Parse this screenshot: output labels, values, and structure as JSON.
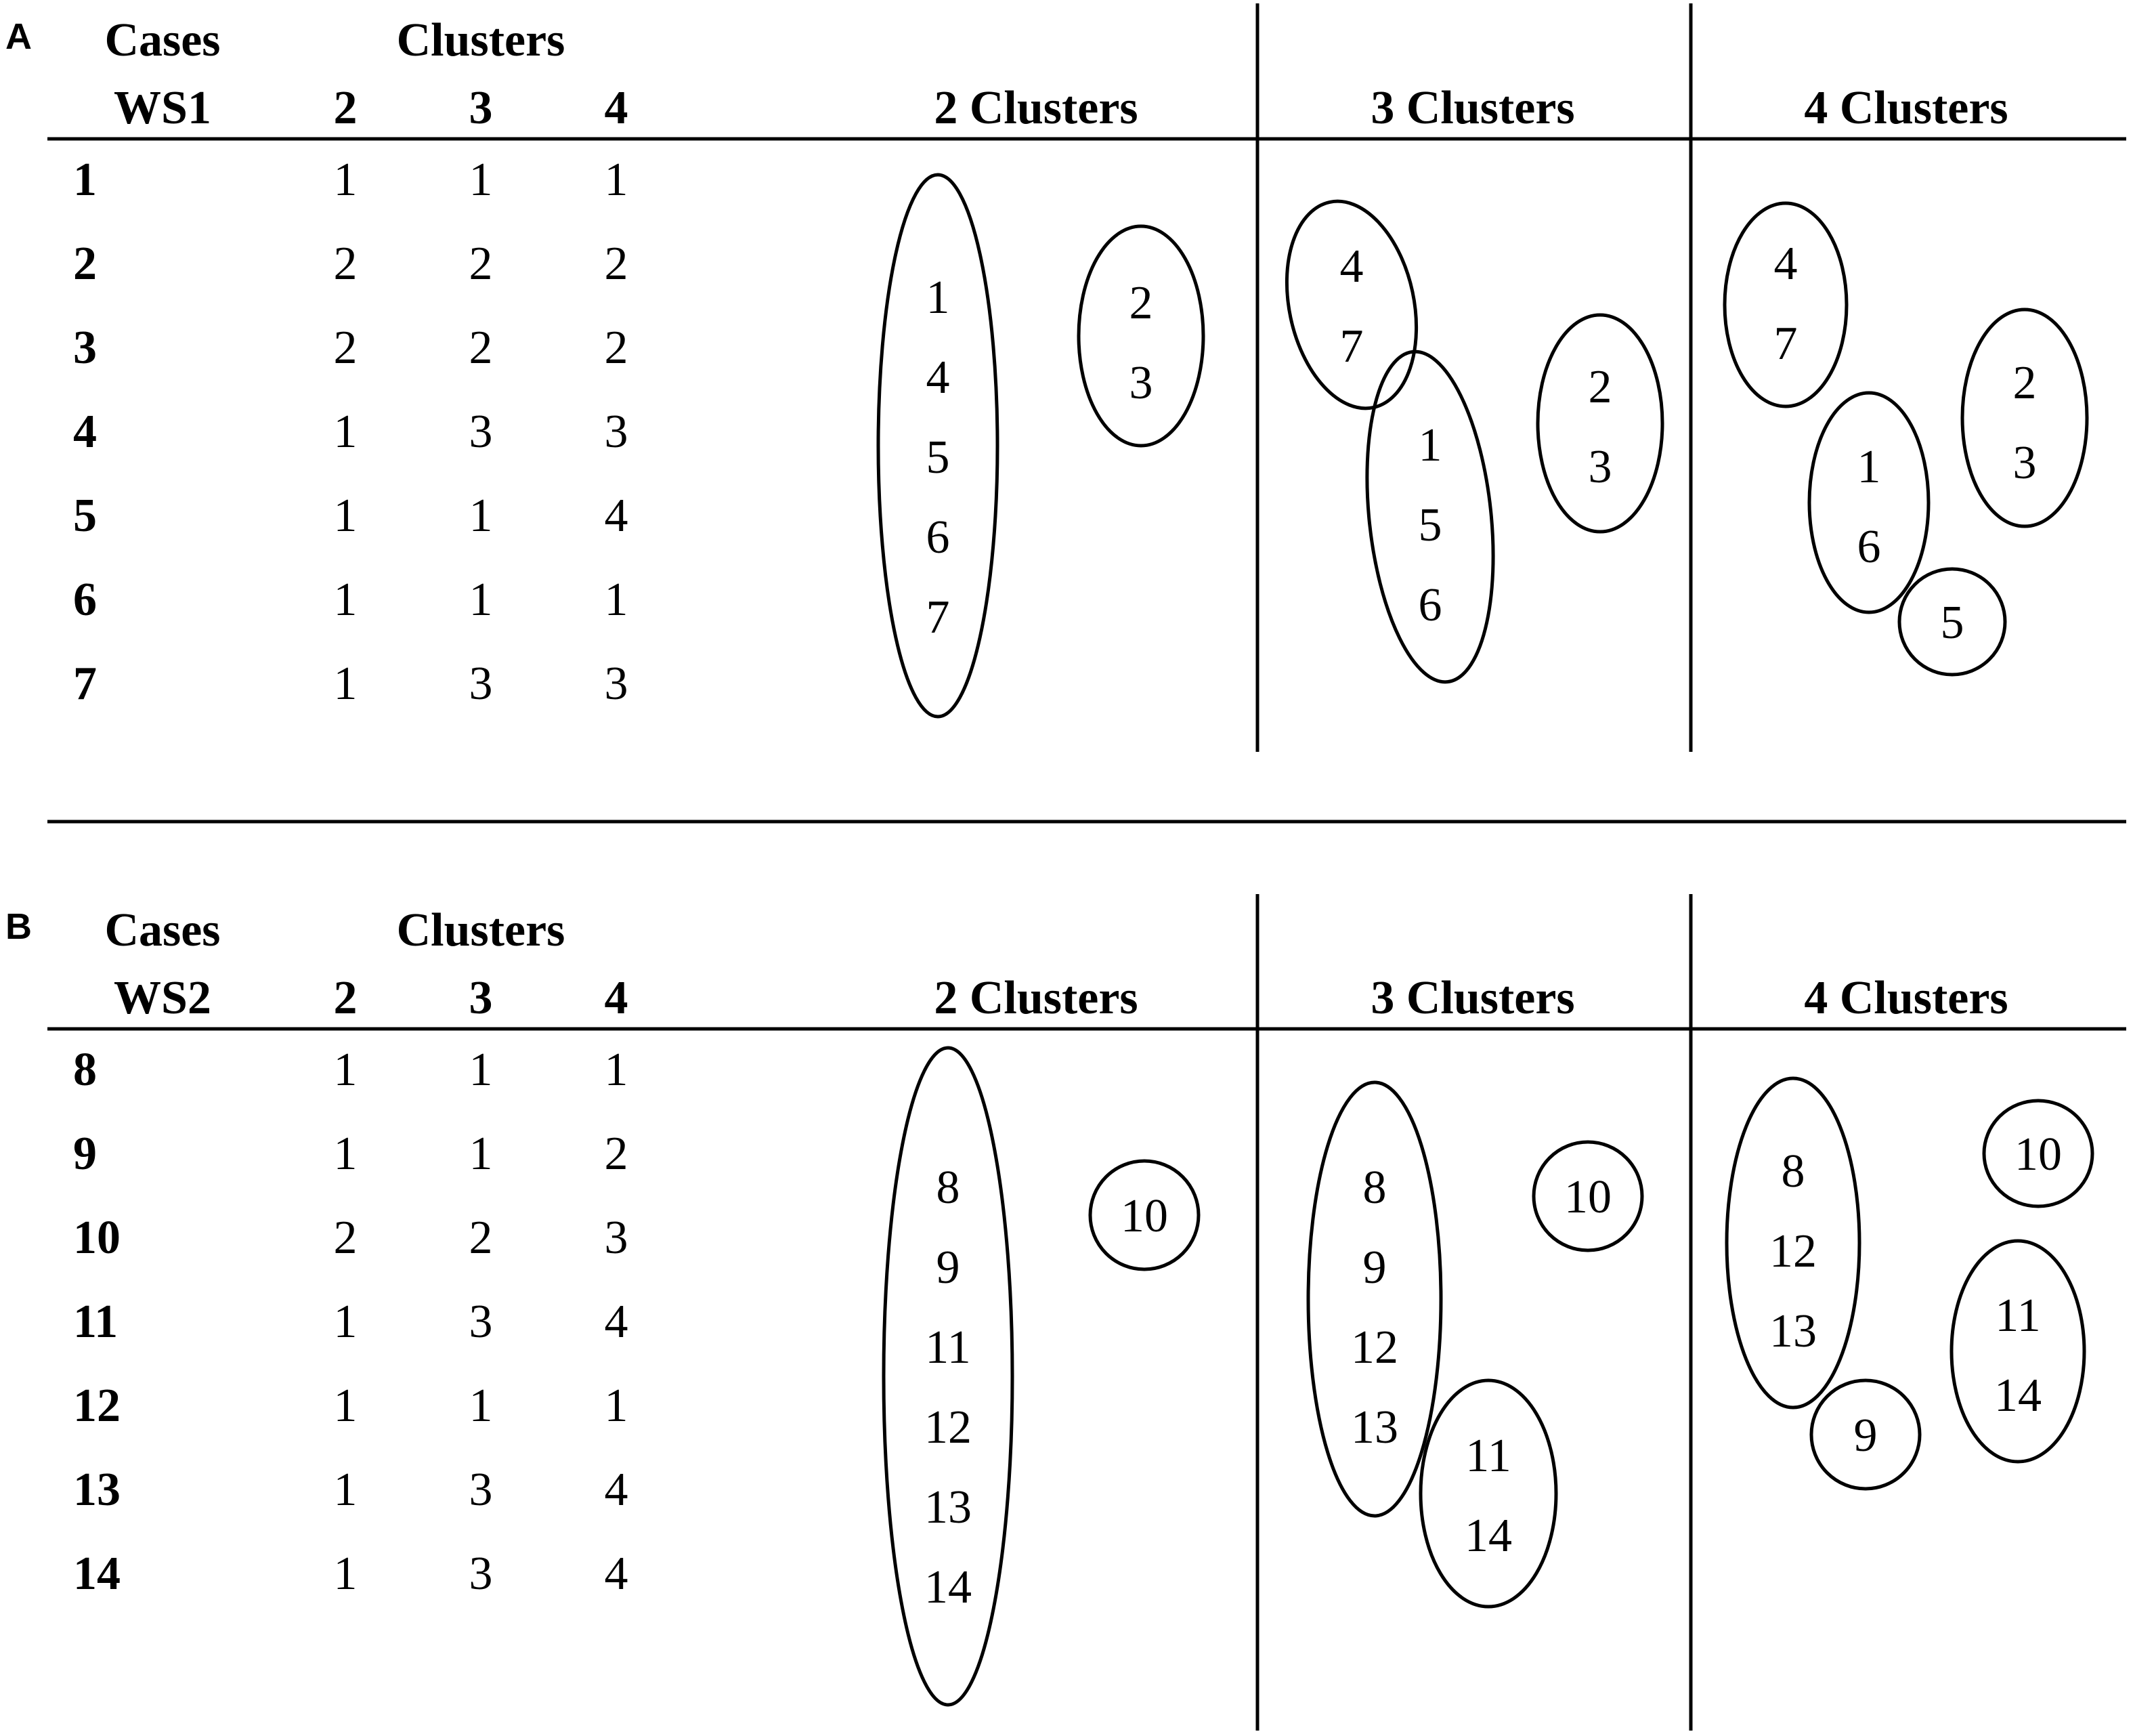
{
  "panels": [
    {
      "letter": "A",
      "cases_label": "Cases",
      "ws_label": "WS1",
      "clusters_label": "Clusters",
      "cluster_counts": [
        "2",
        "3",
        "4"
      ],
      "rows": [
        {
          "case": "1",
          "values": [
            "1",
            "1",
            "1"
          ]
        },
        {
          "case": "2",
          "values": [
            "2",
            "2",
            "2"
          ]
        },
        {
          "case": "3",
          "values": [
            "2",
            "2",
            "2"
          ]
        },
        {
          "case": "4",
          "values": [
            "1",
            "3",
            "3"
          ]
        },
        {
          "case": "5",
          "values": [
            "1",
            "1",
            "4"
          ]
        },
        {
          "case": "6",
          "values": [
            "1",
            "1",
            "1"
          ]
        },
        {
          "case": "7",
          "values": [
            "1",
            "3",
            "3"
          ]
        }
      ],
      "groupings": [
        {
          "title": "2 Clusters",
          "groups": [
            [
              "1",
              "4",
              "5",
              "6",
              "7"
            ],
            [
              "2",
              "3"
            ]
          ]
        },
        {
          "title": "3 Clusters",
          "groups": [
            [
              "4",
              "7"
            ],
            [
              "1",
              "5",
              "6"
            ],
            [
              "2",
              "3"
            ]
          ]
        },
        {
          "title": "4 Clusters",
          "groups": [
            [
              "4",
              "7"
            ],
            [
              "1",
              "6"
            ],
            [
              "5"
            ],
            [
              "2",
              "3"
            ]
          ]
        }
      ]
    },
    {
      "letter": "B",
      "cases_label": "Cases",
      "ws_label": "WS2",
      "clusters_label": "Clusters",
      "cluster_counts": [
        "2",
        "3",
        "4"
      ],
      "rows": [
        {
          "case": "8",
          "values": [
            "1",
            "1",
            "1"
          ]
        },
        {
          "case": "9",
          "values": [
            "1",
            "1",
            "2"
          ]
        },
        {
          "case": "10",
          "values": [
            "2",
            "2",
            "3"
          ]
        },
        {
          "case": "11",
          "values": [
            "1",
            "3",
            "4"
          ]
        },
        {
          "case": "12",
          "values": [
            "1",
            "1",
            "1"
          ]
        },
        {
          "case": "13",
          "values": [
            "1",
            "3",
            "4"
          ]
        },
        {
          "case": "14",
          "values": [
            "1",
            "3",
            "4"
          ]
        }
      ],
      "groupings": [
        {
          "title": "2 Clusters",
          "groups": [
            [
              "8",
              "9",
              "11",
              "12",
              "13",
              "14"
            ],
            [
              "10"
            ]
          ]
        },
        {
          "title": "3 Clusters",
          "groups": [
            [
              "8",
              "9",
              "12",
              "13"
            ],
            [
              "10"
            ],
            [
              "11",
              "14"
            ]
          ]
        },
        {
          "title": "4 Clusters",
          "groups": [
            [
              "8",
              "12",
              "13"
            ],
            [
              "10"
            ],
            [
              "11",
              "14"
            ],
            [
              "9"
            ]
          ]
        }
      ]
    }
  ]
}
